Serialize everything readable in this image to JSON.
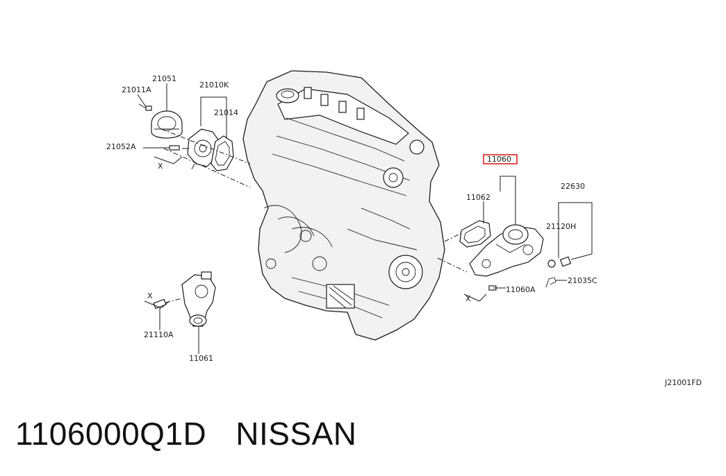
{
  "diagram": {
    "callouts": {
      "p21051": "21051",
      "p21011A": "21011A",
      "p21010K": "21010K",
      "p21014": "21014",
      "p21052A": "21052A",
      "p11060": "11060",
      "p11062": "11062",
      "p22630": "22630",
      "p21120H": "21120H",
      "p11060A": "11060A",
      "p21035C": "21035C",
      "p21110A": "21110A",
      "p11061": "11061"
    },
    "direction_marks": {
      "x1": "X",
      "x2": "X",
      "x3": "X"
    },
    "diagram_code": "J21001FD",
    "highlight_color": "#e02020"
  },
  "footer": {
    "part_number": "1106000Q1D",
    "brand": "NISSAN"
  }
}
